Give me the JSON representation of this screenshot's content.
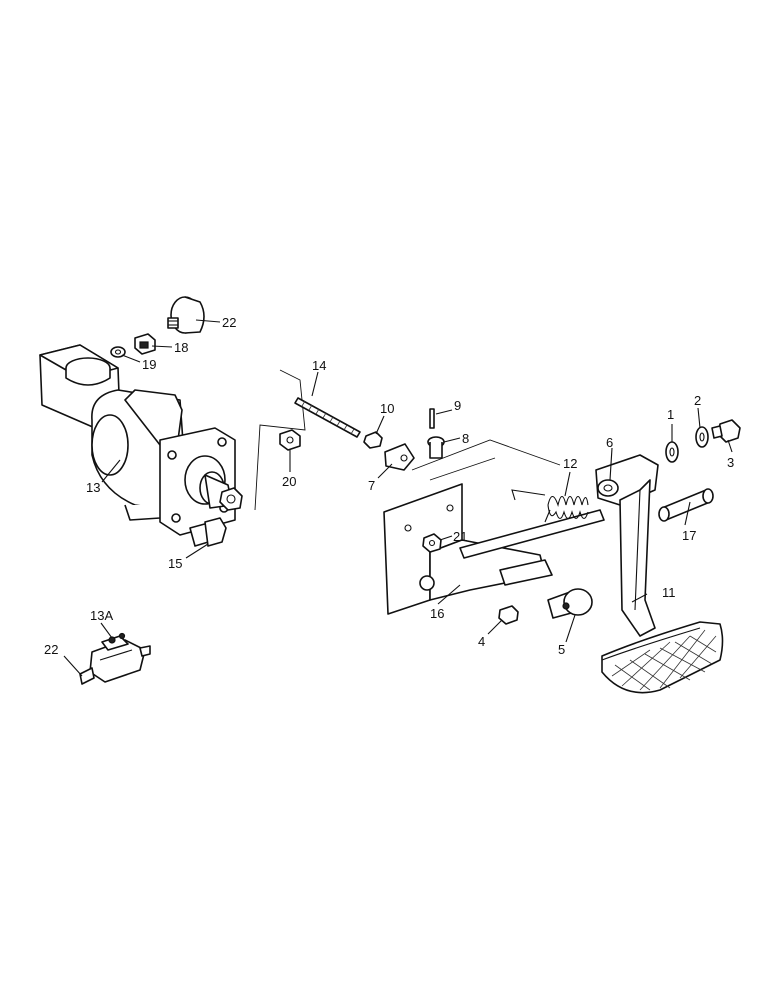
{
  "labels": {
    "p1": "1",
    "p2": "2",
    "p3": "3",
    "p4": "4",
    "p5": "5",
    "p6": "6",
    "p7": "7",
    "p8": "8",
    "p9": "9",
    "p10": "10",
    "p11": "11",
    "p12": "12",
    "p13": "13",
    "p13a": "13A",
    "p14": "14",
    "p15": "15",
    "p16": "16",
    "p17": "17",
    "p18": "18",
    "p19": "19",
    "p20": "20",
    "p21": "21",
    "p22": "22",
    "p22b": "22"
  }
}
